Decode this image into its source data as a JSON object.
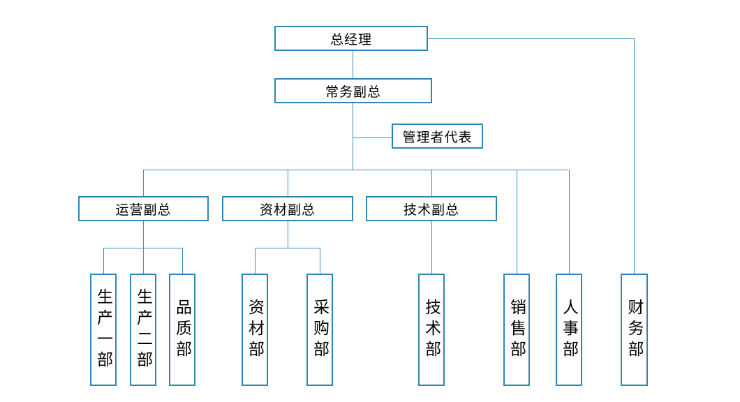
{
  "diagram": {
    "type": "org-chart",
    "nodes": {
      "gm": {
        "label": "总经理",
        "level": 1
      },
      "evp": {
        "label": "常务副总",
        "level": 2
      },
      "rep": {
        "label": "管理者代表",
        "level": 2
      },
      "ops_vp": {
        "label": "运营副总",
        "level": 3
      },
      "mat_vp": {
        "label": "资材副总",
        "level": 3
      },
      "tech_vp": {
        "label": "技术副总",
        "level": 3
      },
      "prod1": {
        "label": "生产一部",
        "level": 4
      },
      "prod2": {
        "label": "生产二部",
        "level": 4
      },
      "quality": {
        "label": "品质部",
        "level": 4
      },
      "material": {
        "label": "资材部",
        "level": 4
      },
      "purchasing": {
        "label": "采购部",
        "level": 4
      },
      "tech": {
        "label": "技术部",
        "level": 4
      },
      "sales": {
        "label": "销售部",
        "level": 4
      },
      "hr": {
        "label": "人事部",
        "level": 4
      },
      "finance": {
        "label": "财务部",
        "level": 4
      }
    },
    "edges": [
      {
        "from": "gm",
        "to": "evp"
      },
      {
        "from": "gm",
        "to": "finance"
      },
      {
        "from": "evp",
        "to": "rep"
      },
      {
        "from": "evp",
        "to": "ops_vp"
      },
      {
        "from": "evp",
        "to": "mat_vp"
      },
      {
        "from": "evp",
        "to": "tech_vp"
      },
      {
        "from": "evp",
        "to": "sales"
      },
      {
        "from": "evp",
        "to": "hr"
      },
      {
        "from": "ops_vp",
        "to": "prod1"
      },
      {
        "from": "ops_vp",
        "to": "prod2"
      },
      {
        "from": "ops_vp",
        "to": "quality"
      },
      {
        "from": "mat_vp",
        "to": "material"
      },
      {
        "from": "mat_vp",
        "to": "purchasing"
      },
      {
        "from": "tech_vp",
        "to": "tech"
      }
    ],
    "colors": {
      "box_border": "#2e86b5",
      "connector_line": "#3a8fbe",
      "text": "#000000",
      "background": "#ffffff"
    }
  }
}
